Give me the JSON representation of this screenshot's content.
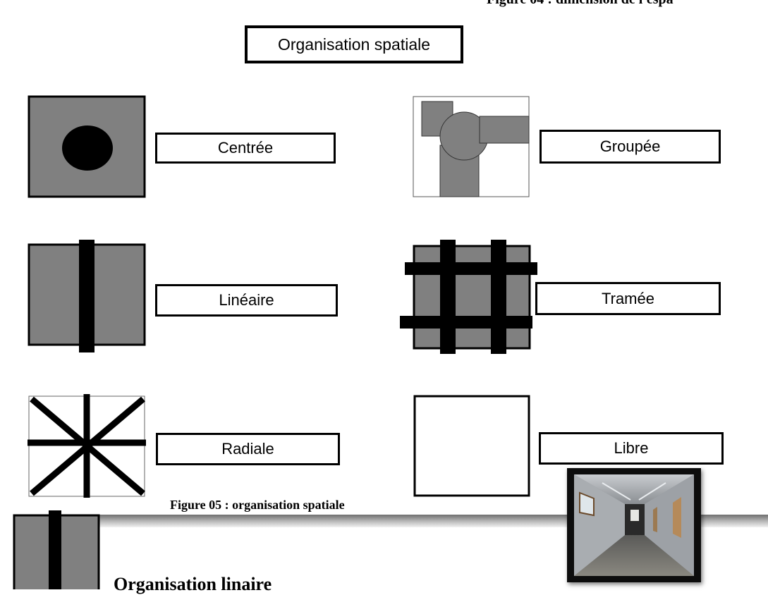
{
  "header": {
    "caption": "Figure 04 : dimension de l'espa"
  },
  "diagram": {
    "title": "Organisation spatiale",
    "types": [
      {
        "key": "centree",
        "label": "Centrée"
      },
      {
        "key": "groupee",
        "label": "Groupée"
      },
      {
        "key": "lineaire",
        "label": "Linéaire"
      },
      {
        "key": "tramee",
        "label": "Tramée"
      },
      {
        "key": "radiale",
        "label": "Radiale"
      },
      {
        "key": "libre",
        "label": "Libre"
      }
    ],
    "caption": "Figure 05 : organisation spatiale"
  },
  "section": {
    "heading": "Organisation linaire"
  },
  "photo": {
    "subject": "corridor-photo"
  },
  "colors": {
    "fill_gray": "#808080",
    "stroke": "#000000",
    "rule_gray": "#9a9a9a"
  }
}
